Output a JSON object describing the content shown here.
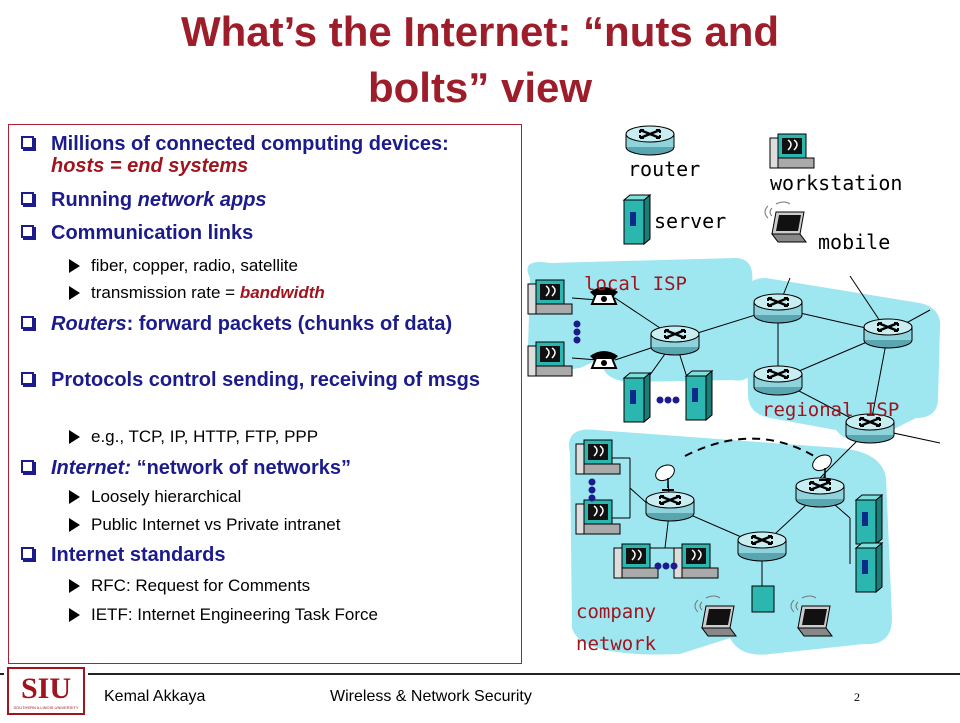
{
  "slide": {
    "title_line1": "What’s the Internet: “nuts and",
    "title_line2": "bolts” view"
  },
  "bullets": {
    "b1_a": "Millions of connected computing devices: ",
    "b1_b": "hosts = end systems",
    "b2_a": "Running ",
    "b2_b": "network apps",
    "b3": "Communication links",
    "b3_sub1": "fiber, copper, radio, satellite",
    "b3_sub2_a": "transmission rate = ",
    "b3_sub2_b": "bandwidth",
    "b4_a": "Routers",
    "b4_b": ": forward packets (chunks of data)",
    "b5": "Protocols control sending, receiving of msgs",
    "b5_sub1": "e.g., TCP, IP, HTTP, FTP,  PPP",
    "b6_a": "Internet: ",
    "b6_b": "“network of networks”",
    "b6_sub1": "Loosely hierarchical",
    "b6_sub2": "Public Internet vs Private intranet",
    "b7": "Internet standards",
    "b7_sub1": "RFC: Request for Comments",
    "b7_sub2": "IETF: Internet Engineering Task Force"
  },
  "legend": {
    "router": "router",
    "workstation": "workstation",
    "server": "server",
    "mobile": "mobile"
  },
  "diagram": {
    "local_isp": "local ISP",
    "regional_isp": "regional ISP",
    "company_line1": "company",
    "company_line2": "network"
  },
  "footer": {
    "logo_text": "SIU",
    "logo_subtext": "SOUTHERN ILLINOIS UNIVERSITY",
    "author": "Kemal Akkaya",
    "course": "Wireless & Network Security",
    "page": "2"
  },
  "colors": {
    "title": "#9e1d2a",
    "bullet_text": "#1c1b8c",
    "emphasis": "#a0141e",
    "network_cloud": "#9ee6f0",
    "router_fill": "#8fd3dc",
    "device_fill": "#2bb6b0"
  }
}
